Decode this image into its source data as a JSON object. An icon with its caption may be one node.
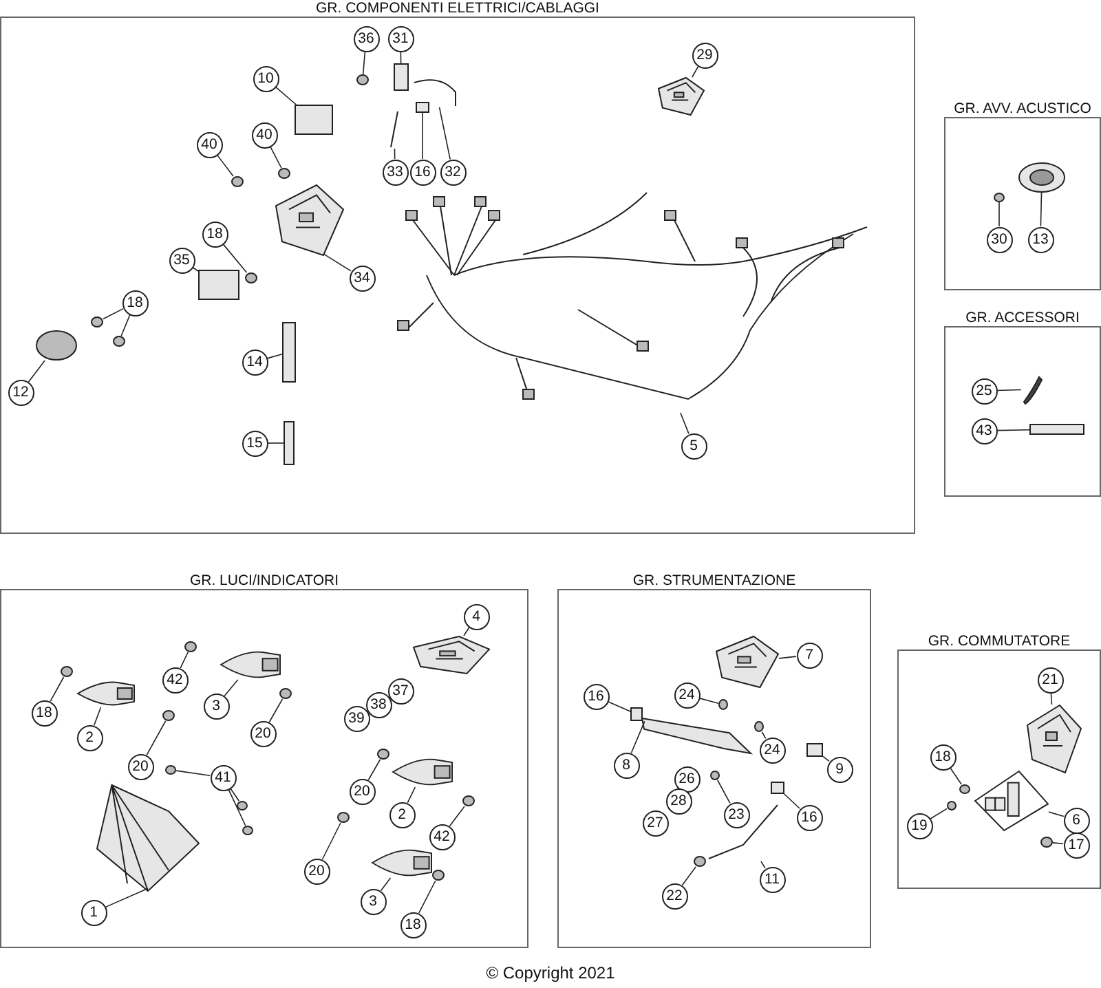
{
  "diagram": {
    "nodes": [
      {
        "text": [
          "GR. COMPONENTI ELETTRICI/CABLAGGI"
        ]
      },
      {
        "text": [
          "36"
        ],
        "in": 0
      },
      {
        "text": [
          "31"
        ],
        "in": 0
      },
      {
        "text": [
          "10"
        ],
        "in": 0
      },
      {
        "text": [
          "40"
        ],
        "in": 0
      },
      {
        "text": [
          "40"
        ],
        "in": 0
      },
      {
        "text": [
          "33"
        ],
        "in": 0
      },
      {
        "text": [
          "16"
        ],
        "in": 0
      },
      {
        "text": [
          "32"
        ],
        "in": 0
      },
      {
        "text": [
          "29"
        ],
        "in": 0
      },
      {
        "text": [
          "34"
        ],
        "in": 0
      },
      {
        "text": [
          "18"
        ],
        "in": 0
      },
      {
        "text": [
          "35"
        ],
        "in": 0
      },
      {
        "text": [
          "18"
        ],
        "in": 0
      },
      {
        "text": [
          "12"
        ],
        "in": 0
      },
      {
        "text": [
          "14"
        ],
        "in": 0
      },
      {
        "text": [
          "15"
        ],
        "in": 0
      },
      {
        "text": [
          "5"
        ],
        "in": 0
      },
      {
        "text": [],
        "shape": "circle",
        "in": 0
      },
      {
        "text": [],
        "shape": "box",
        "in": 0
      },
      {
        "text": [],
        "shape": "box",
        "in": 0
      },
      {
        "text": [],
        "shape": "circle",
        "in": 0
      },
      {
        "text": [],
        "shape": "circle",
        "in": 0
      },
      {
        "text": [],
        "shape": "picture",
        "in": 0
      },
      {
        "text": [],
        "shape": "picture",
        "in": 0
      },
      {
        "text": [],
        "shape": "box",
        "in": 0
      },
      {
        "text": [],
        "shape": "picture",
        "in": 0
      },
      {
        "text": [],
        "shape": "picture",
        "in": 0
      },
      {
        "text": [],
        "shape": "circle",
        "in": 0
      },
      {
        "text": [],
        "shape": "box",
        "in": 0
      },
      {
        "text": [],
        "shape": "circle",
        "in": 0
      },
      {
        "text": [],
        "shape": "circle",
        "in": 0
      },
      {
        "text": [],
        "shape": "circle",
        "in": 0
      },
      {
        "text": [],
        "shape": "box",
        "in": 0
      },
      {
        "text": [],
        "shape": "box",
        "in": 0
      },
      {
        "text": [],
        "shape": "picture",
        "in": 0
      },
      {
        "text": [
          "GR. AVV. ACUSTICO"
        ]
      },
      {
        "text": [
          "30"
        ],
        "in": 36
      },
      {
        "text": [
          "13"
        ],
        "in": 36
      },
      {
        "text": [],
        "shape": "circle",
        "in": 36
      },
      {
        "text": [],
        "shape": "picture",
        "in": 36
      },
      {
        "text": [
          "GR. ACCESSORI"
        ]
      },
      {
        "text": [
          "25"
        ],
        "in": 41
      },
      {
        "text": [
          "43"
        ],
        "in": 41
      },
      {
        "text": [],
        "shape": "picture",
        "in": 41
      },
      {
        "text": [],
        "shape": "box",
        "in": 41
      },
      {
        "text": [
          "GR. LUCI/INDICATORI"
        ]
      },
      {
        "text": [
          "4"
        ],
        "in": 46
      },
      {
        "text": [
          "18"
        ],
        "in": 46
      },
      {
        "text": [
          "2"
        ],
        "in": 46
      },
      {
        "text": [
          "42"
        ],
        "in": 46
      },
      {
        "text": [
          "3"
        ],
        "in": 46
      },
      {
        "text": [
          "20"
        ],
        "in": 46
      },
      {
        "text": [
          "20"
        ],
        "in": 46
      },
      {
        "text": [
          "37"
        ],
        "in": 46
      },
      {
        "text": [
          "38"
        ],
        "in": 46
      },
      {
        "text": [
          "39"
        ],
        "in": 46
      },
      {
        "text": [
          "41"
        ],
        "in": 46
      },
      {
        "text": [
          "20"
        ],
        "in": 46
      },
      {
        "text": [
          "2"
        ],
        "in": 46
      },
      {
        "text": [
          "42"
        ],
        "in": 46
      },
      {
        "text": [
          "20"
        ],
        "in": 46
      },
      {
        "text": [
          "3"
        ],
        "in": 46
      },
      {
        "text": [
          "18"
        ],
        "in": 46
      },
      {
        "text": [
          "1"
        ],
        "in": 46
      },
      {
        "text": [],
        "shape": "picture",
        "in": 46
      },
      {
        "text": [],
        "shape": "circle",
        "in": 46
      },
      {
        "text": [],
        "shape": "picture",
        "in": 46
      },
      {
        "text": [],
        "shape": "circle",
        "in": 46
      },
      {
        "text": [],
        "shape": "picture",
        "in": 46
      },
      {
        "text": [],
        "shape": "circle",
        "in": 46
      },
      {
        "text": [],
        "shape": "circle",
        "in": 46
      },
      {
        "text": [],
        "shape": "circle",
        "in": 46
      },
      {
        "text": [],
        "shape": "circle",
        "in": 46
      },
      {
        "text": [],
        "shape": "circle",
        "in": 46
      },
      {
        "text": [],
        "shape": "circle",
        "in": 46
      },
      {
        "text": [],
        "shape": "picture",
        "in": 46
      },
      {
        "text": [],
        "shape": "circle",
        "in": 46
      },
      {
        "text": [],
        "shape": "circle",
        "in": 46
      },
      {
        "text": [],
        "shape": "picture",
        "in": 46
      },
      {
        "text": [],
        "shape": "circle",
        "in": 46
      },
      {
        "text": [],
        "shape": "picture",
        "in": 46
      },
      {
        "text": [
          "GR. STRUMENTAZIONE"
        ]
      },
      {
        "text": [
          "7"
        ],
        "in": 82
      },
      {
        "text": [
          "16"
        ],
        "in": 82
      },
      {
        "text": [
          "24"
        ],
        "in": 82
      },
      {
        "text": [
          "24"
        ],
        "in": 82
      },
      {
        "text": [
          "8"
        ],
        "in": 82
      },
      {
        "text": [
          "9"
        ],
        "in": 82
      },
      {
        "text": [
          "26"
        ],
        "in": 82
      },
      {
        "text": [
          "28"
        ],
        "in": 82
      },
      {
        "text": [
          "27"
        ],
        "in": 82
      },
      {
        "text": [
          "23"
        ],
        "in": 82
      },
      {
        "text": [
          "16"
        ],
        "in": 82
      },
      {
        "text": [
          "22"
        ],
        "in": 82
      },
      {
        "text": [
          "11"
        ],
        "in": 82
      },
      {
        "text": [],
        "shape": "picture",
        "in": 82
      },
      {
        "text": [],
        "shape": "box",
        "in": 82
      },
      {
        "text": [],
        "shape": "circle",
        "in": 82
      },
      {
        "text": [],
        "shape": "circle",
        "in": 82
      },
      {
        "text": [],
        "shape": "picture",
        "in": 82
      },
      {
        "text": [],
        "shape": "box",
        "in": 82
      },
      {
        "text": [],
        "shape": "circle",
        "in": 82
      },
      {
        "text": [],
        "shape": "box",
        "in": 82
      },
      {
        "text": [],
        "shape": "circle",
        "in": 82
      },
      {
        "text": [],
        "shape": "picture",
        "in": 82
      },
      {
        "text": [
          "GR. COMMUTATORE"
        ]
      },
      {
        "text": [
          "21"
        ],
        "in": 106
      },
      {
        "text": [
          "18"
        ],
        "in": 106
      },
      {
        "text": [
          "19"
        ],
        "in": 106
      },
      {
        "text": [
          "6"
        ],
        "in": 106
      },
      {
        "text": [
          "17"
        ],
        "in": 106
      },
      {
        "text": [],
        "shape": "picture",
        "in": 106
      },
      {
        "text": [],
        "shape": "circle",
        "in": 106
      },
      {
        "text": [],
        "shape": "circle",
        "in": 106
      },
      {
        "text": [],
        "shape": "picture",
        "in": 106
      },
      {
        "text": [],
        "shape": "circle",
        "in": 106
      }
    ],
    "edges": [
      {
        "from": 1,
        "to": 18,
        "arrow": "none"
      },
      {
        "from": 2,
        "to": 19,
        "arrow": "none"
      },
      {
        "from": 3,
        "to": 20,
        "arrow": "none"
      },
      {
        "from": 4,
        "to": 21,
        "arrow": "none"
      },
      {
        "from": 5,
        "to": 22,
        "arrow": "none"
      },
      {
        "from": 6,
        "to": 24,
        "arrow": "none"
      },
      {
        "from": 7,
        "to": 25,
        "arrow": "none"
      },
      {
        "from": 8,
        "to": 26,
        "arrow": "none"
      },
      {
        "from": 9,
        "to": 27,
        "arrow": "none"
      },
      {
        "from": 10,
        "to": 23,
        "arrow": "none"
      },
      {
        "from": 11,
        "to": 28,
        "arrow": "none"
      },
      {
        "from": 12,
        "to": 29,
        "arrow": "none"
      },
      {
        "from": 13,
        "to": 30,
        "arrow": "none"
      },
      {
        "from": 13,
        "to": 31,
        "arrow": "none"
      },
      {
        "from": 14,
        "to": 32,
        "arrow": "none"
      },
      {
        "from": 15,
        "to": 33,
        "arrow": "none"
      },
      {
        "from": 16,
        "to": 34,
        "arrow": "none"
      },
      {
        "from": 17,
        "to": 35,
        "arrow": "none"
      },
      {
        "from": 37,
        "to": 39,
        "arrow": "none"
      },
      {
        "from": 38,
        "to": 40,
        "arrow": "none"
      },
      {
        "from": 42,
        "to": 44,
        "arrow": "none"
      },
      {
        "from": 43,
        "to": 45,
        "arrow": "none"
      },
      {
        "from": 47,
        "to": 65,
        "arrow": "none"
      },
      {
        "from": 48,
        "to": 66,
        "arrow": "none"
      },
      {
        "from": 49,
        "to": 67,
        "arrow": "none"
      },
      {
        "from": 50,
        "to": 68,
        "arrow": "none"
      },
      {
        "from": 51,
        "to": 69,
        "arrow": "none"
      },
      {
        "from": 52,
        "to": 70,
        "arrow": "none"
      },
      {
        "from": 53,
        "to": 71,
        "arrow": "none"
      },
      {
        "from": 57,
        "to": 72,
        "arrow": "none"
      },
      {
        "from": 57,
        "to": 73,
        "arrow": "none"
      },
      {
        "from": 57,
        "to": 74,
        "arrow": "none"
      },
      {
        "from": 58,
        "to": 75,
        "arrow": "none"
      },
      {
        "from": 59,
        "to": 76,
        "arrow": "none"
      },
      {
        "from": 60,
        "to": 77,
        "arrow": "none"
      },
      {
        "from": 61,
        "to": 78,
        "arrow": "none"
      },
      {
        "from": 62,
        "to": 79,
        "arrow": "none"
      },
      {
        "from": 63,
        "to": 80,
        "arrow": "none"
      },
      {
        "from": 64,
        "to": 81,
        "arrow": "none"
      },
      {
        "from": 83,
        "to": 96,
        "arrow": "none"
      },
      {
        "from": 84,
        "to": 97,
        "arrow": "none"
      },
      {
        "from": 85,
        "to": 98,
        "arrow": "none"
      },
      {
        "from": 86,
        "to": 99,
        "arrow": "none"
      },
      {
        "from": 87,
        "to": 100,
        "arrow": "none"
      },
      {
        "from": 88,
        "to": 101,
        "arrow": "none"
      },
      {
        "from": 92,
        "to": 102,
        "arrow": "none"
      },
      {
        "from": 93,
        "to": 103,
        "arrow": "none"
      },
      {
        "from": 94,
        "to": 104,
        "arrow": "none"
      },
      {
        "from": 95,
        "to": 105,
        "arrow": "none"
      },
      {
        "from": 107,
        "to": 112,
        "arrow": "none"
      },
      {
        "from": 108,
        "to": 113,
        "arrow": "none"
      },
      {
        "from": 109,
        "to": 114,
        "arrow": "none"
      },
      {
        "from": 110,
        "to": 115,
        "arrow": "none"
      },
      {
        "from": 111,
        "to": 116,
        "arrow": "none"
      }
    ],
    "labels": [
      "© Copyright 2021"
    ]
  }
}
